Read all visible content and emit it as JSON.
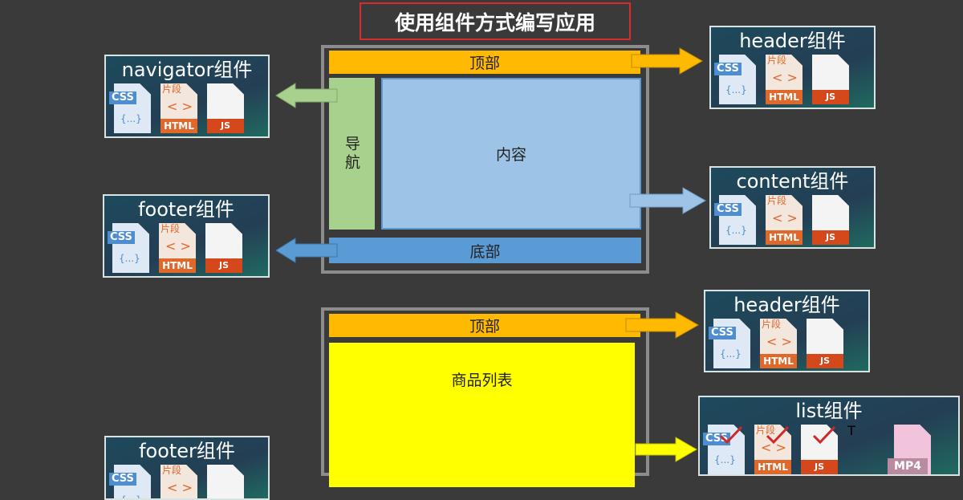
{
  "title": "使用组件方式编写应用",
  "layout1": {
    "top": "顶部",
    "nav": "导航",
    "content": "内容",
    "bottom": "底部"
  },
  "layout2": {
    "top": "顶部",
    "list": "商品列表"
  },
  "icon_labels": {
    "css": "CSS",
    "css_body": "{...}",
    "snippet": "片段",
    "snippet_body": "< >",
    "html": "HTML",
    "js": "JS",
    "text": "T",
    "mp4": "MP4"
  },
  "colors": {
    "top": "#ffb900",
    "nav": "#a9d18e",
    "content": "#9dc3e6",
    "bottom": "#5b9bd5",
    "list": "#ffff00",
    "title_border": "#d92b2b"
  },
  "cards": [
    {
      "id": "navigator",
      "title": "navigator组件",
      "icons": [
        "css",
        "html",
        "js"
      ]
    },
    {
      "id": "footer",
      "title": "footer组件",
      "icons": [
        "css",
        "html",
        "js"
      ]
    },
    {
      "id": "header",
      "title": "header组件",
      "icons": [
        "css",
        "html",
        "js"
      ]
    },
    {
      "id": "content",
      "title": "content组件",
      "icons": [
        "css",
        "html",
        "js"
      ]
    },
    {
      "id": "header-2",
      "title": "header组件",
      "icons": [
        "css",
        "html",
        "js"
      ]
    },
    {
      "id": "list",
      "title": "list组件",
      "icons": [
        "css",
        "html",
        "js",
        "text",
        "mp4"
      ],
      "checked": true
    },
    {
      "id": "footer-2",
      "title": "footer组件",
      "icons": [
        "css",
        "html",
        "js"
      ]
    }
  ]
}
